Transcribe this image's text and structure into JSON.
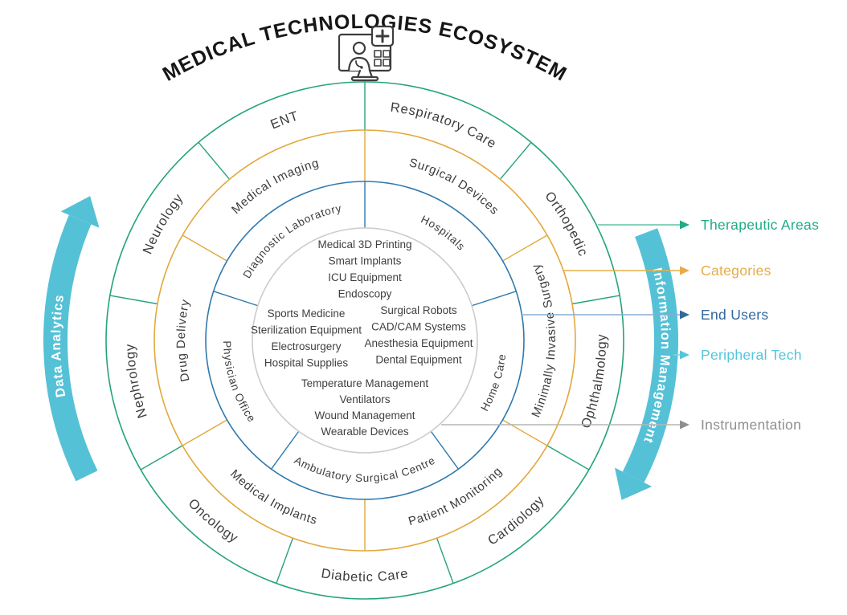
{
  "title": "MEDICAL TECHNOLOGIES ECOSYSTEM",
  "icon": {
    "name": "telemedicine-monitor-icon"
  },
  "rings": [
    {
      "id": "therapeutic-areas",
      "legend": "Therapeutic Areas",
      "color": "#24a37d",
      "segments": [
        "Respiratory Care",
        "Orthopedic",
        "Ophthalmology",
        "Cardiology",
        "Diabetic Care",
        "Oncology",
        "Nephrology",
        "Neurology",
        "ENT"
      ]
    },
    {
      "id": "categories",
      "legend": "Categories",
      "color": "#e2a83c",
      "segments": [
        "Surgical Devices",
        "Minimally Invasive Surgery",
        "Patient Monitoring",
        "Medical Implants",
        "Drug Delivery",
        "Medical Imaging"
      ]
    },
    {
      "id": "end-users",
      "legend": "End Users",
      "color": "#2e79ad",
      "segments": [
        "Hospitals",
        "Home Care",
        "Ambulatory Surgical Centre",
        "Physician Office",
        "Diagnostic Laboratory"
      ]
    }
  ],
  "center": {
    "top": [
      "Medical 3D Printing",
      "Smart Implants",
      "ICU Equipment",
      "Endoscopy"
    ],
    "left": [
      "Sports Medicine",
      "Sterilization Equipment",
      "Electrosurgery",
      "Hospital Supplies"
    ],
    "right": [
      "Surgical Robots",
      "CAD/CAM Systems",
      "Anesthesia Equipment",
      "Dental Equipment"
    ],
    "bottom": [
      "Temperature Management",
      "Ventilators",
      "Wound Management",
      "Wearable Devices"
    ]
  },
  "arrows": [
    {
      "label": "Data Analytics",
      "color": "#55c1d6"
    },
    {
      "label": "Information Management",
      "color": "#55c1d6"
    }
  ],
  "legend": [
    {
      "label": "Therapeutic Areas",
      "color": "#21ab86"
    },
    {
      "label": "Categories",
      "color": "#e5ad49"
    },
    {
      "label": "End Users",
      "color": "#33689e"
    },
    {
      "label": "Peripheral Tech",
      "color": "#55c5da"
    },
    {
      "label": "Instrumentation",
      "color": "#8f8f8f"
    }
  ]
}
